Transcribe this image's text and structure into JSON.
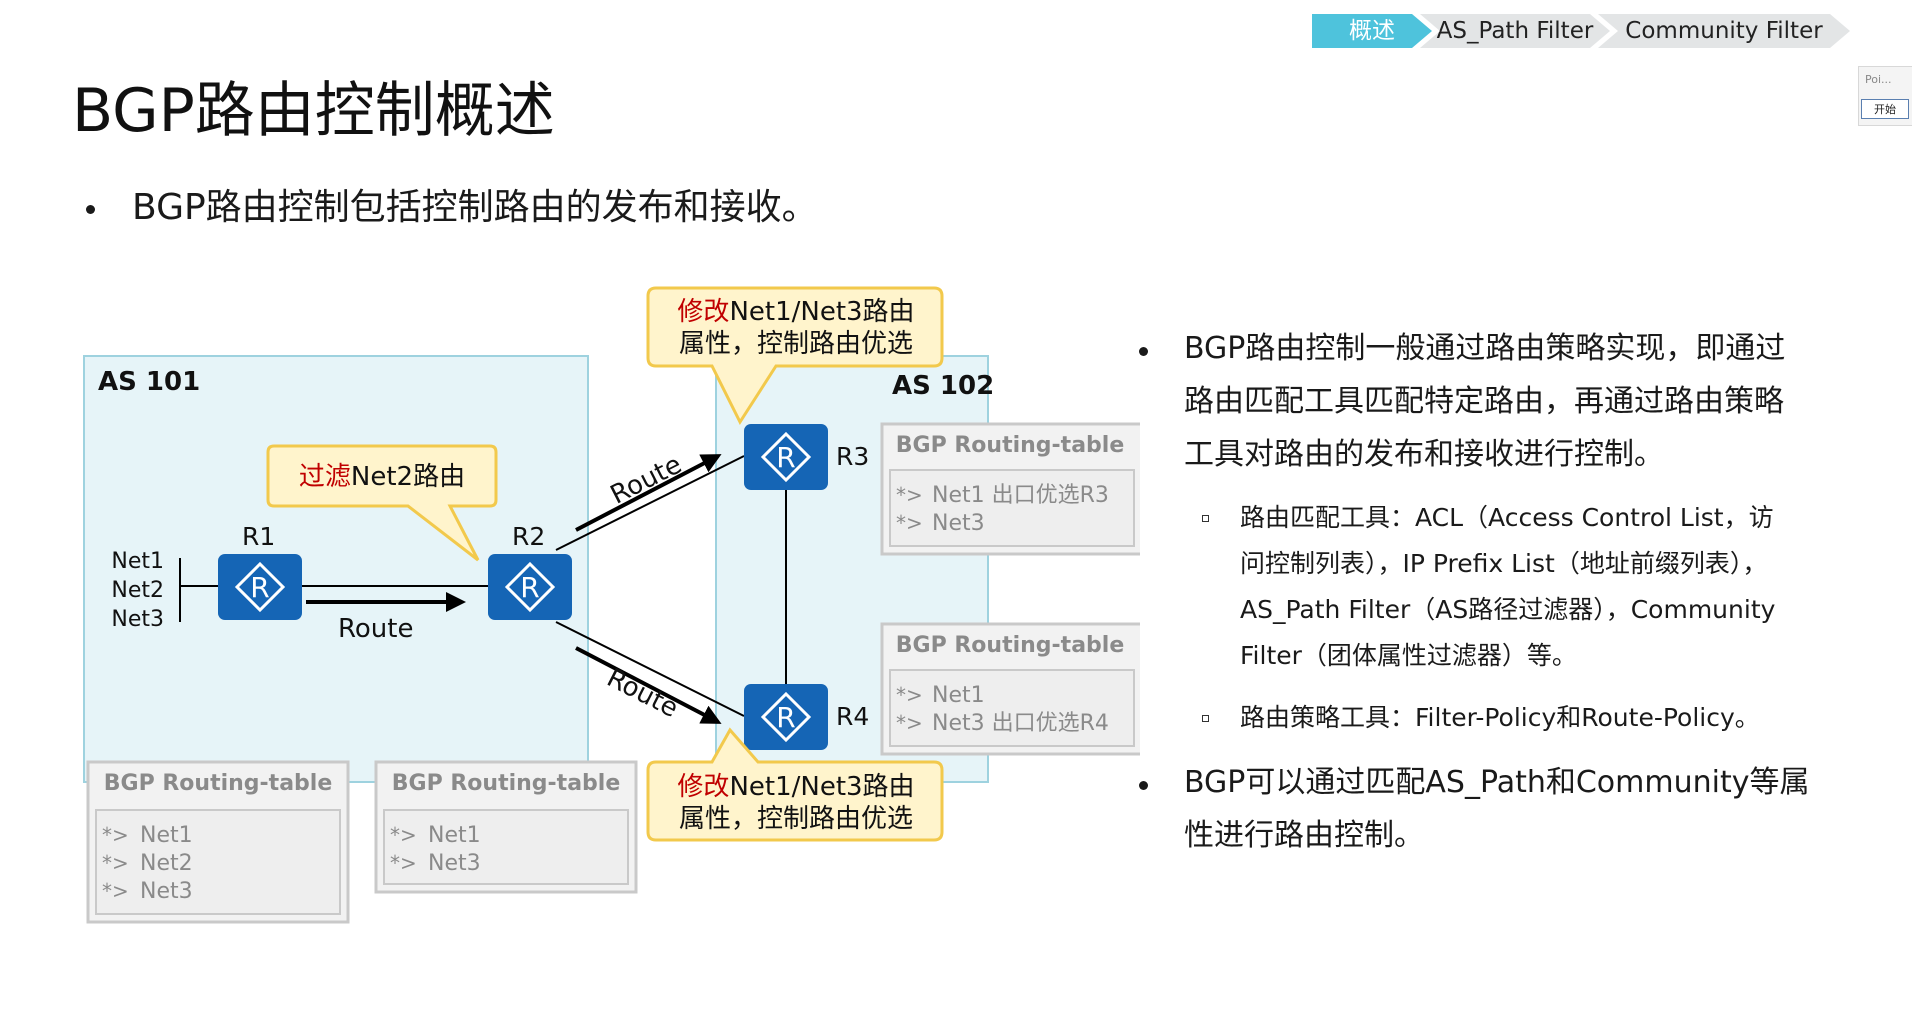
{
  "breadcrumb": {
    "items": [
      {
        "label": "概述",
        "active": true
      },
      {
        "label": "AS_Path Filter",
        "active": false
      },
      {
        "label": "Community Filter",
        "active": false
      }
    ]
  },
  "side_widget": {
    "text": "Poi...",
    "button": "开始"
  },
  "page": {
    "title": "BGP路由控制概述",
    "lead": "BGP路由控制包括控制路由的发布和接收。"
  },
  "diagram": {
    "as101_label": "AS 101",
    "as102_label": "AS 102",
    "routers": {
      "r1": "R1",
      "r2": "R2",
      "r3": "R3",
      "r4": "R4",
      "glyph": "R"
    },
    "nets": [
      "Net1",
      "Net2",
      "Net3"
    ],
    "route_label": "Route",
    "callout_filter": {
      "highlight": "过滤",
      "rest": "Net2路由"
    },
    "callout_modify_top": {
      "highlight": "修改",
      "line1_rest": "Net1/Net3路由",
      "line2": "属性，控制路由优选"
    },
    "callout_modify_bottom": {
      "highlight": "修改",
      "line1_rest": "Net1/Net3路由",
      "line2": "属性，控制路由优选"
    },
    "table_title": "BGP Routing-table",
    "entry_marker": "*>",
    "table_r1": {
      "entries": [
        "Net1",
        "Net2",
        "Net3"
      ]
    },
    "table_r2": {
      "entries": [
        "Net1",
        "Net3"
      ]
    },
    "table_r3": {
      "entries": [
        "Net1 出口优选R3",
        "Net3"
      ]
    },
    "table_r4": {
      "entries": [
        "Net1",
        "Net3 出口优选R4"
      ]
    }
  },
  "right": {
    "p1_lines": [
      "BGP路由控制一般通过路由策略实现，即通过",
      "路由匹配工具匹配特定路由，再通过路由策略",
      "工具对路由的发布和接收进行控制。"
    ],
    "sub1_lines": [
      "路由匹配工具：ACL（Access Control List，访",
      "问控制列表），IP Prefix List（地址前缀列表），",
      "AS_Path Filter（AS路径过滤器），Community",
      "Filter（团体属性过滤器）等。"
    ],
    "sub2_lines": [
      "路由策略工具：Filter-Policy和Route-Policy。"
    ],
    "p2_lines": [
      "BGP可以通过匹配AS_Path和Community等属",
      "性进行路由控制。"
    ]
  },
  "colors": {
    "accent": "#4ec3dc",
    "router": "#1565b5",
    "as_area": "#e6f4f8",
    "callout_fill": "#fff4cc",
    "callout_border": "#f2c94c",
    "highlight_text": "#c00000"
  }
}
